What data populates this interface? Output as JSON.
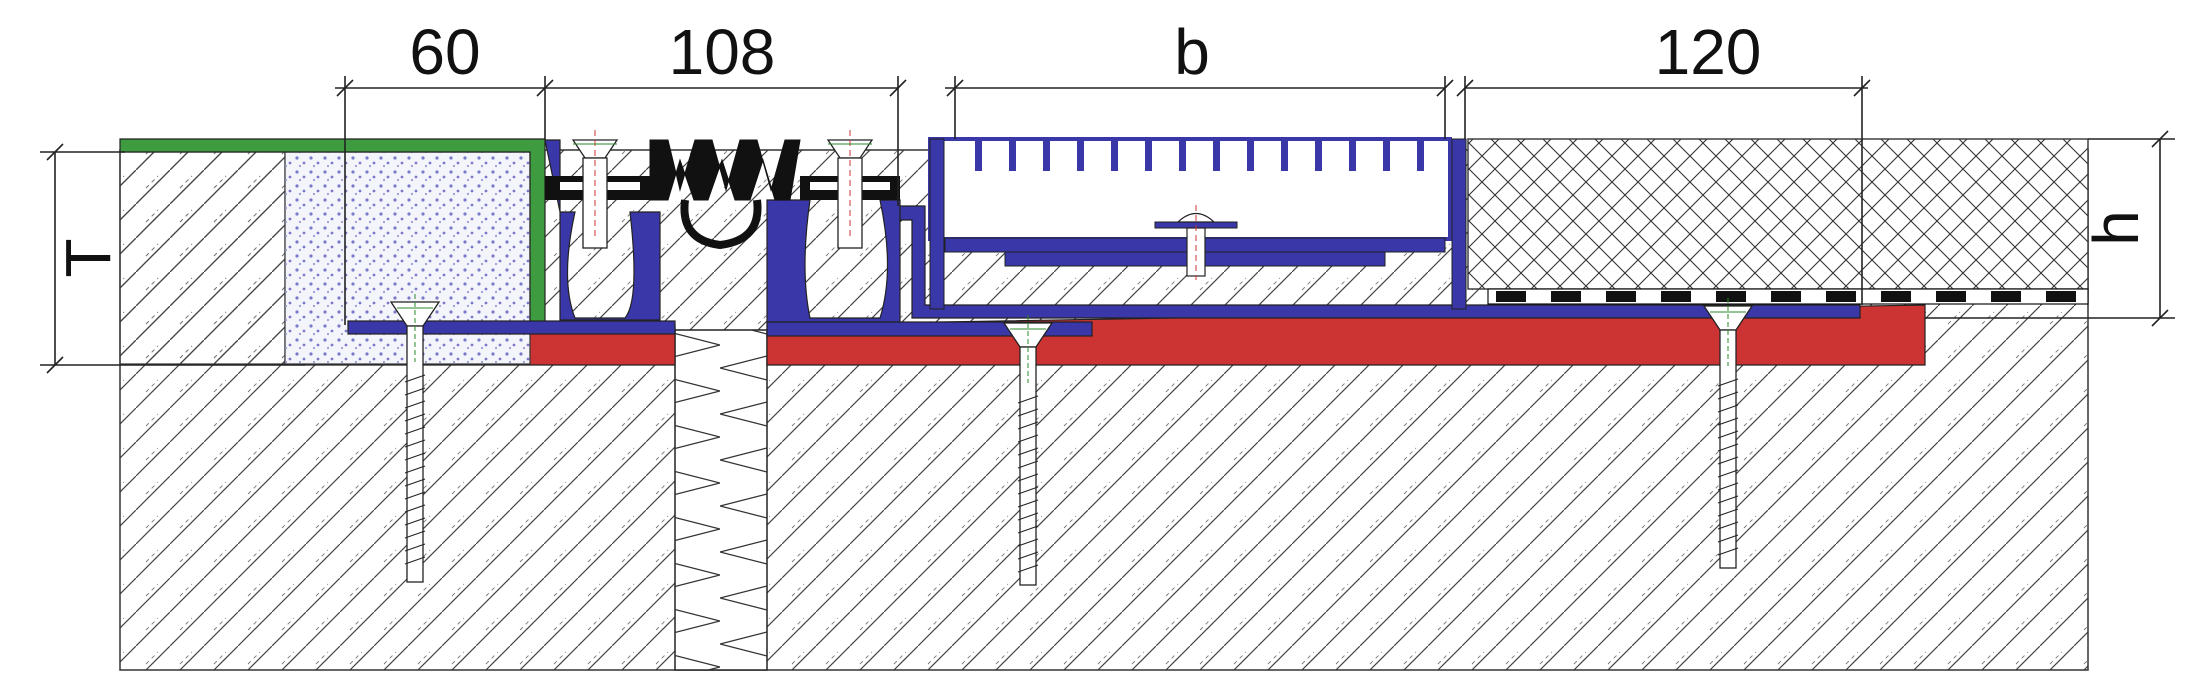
{
  "dimensions": {
    "left_strip": "60",
    "seal_width": "108",
    "cover_width": "b",
    "right_flange": "120",
    "total_height_left": "T",
    "height_right": "h"
  },
  "colors": {
    "membrane_green": "#3f9b3f",
    "profile_blue": "#3a37a8",
    "substrate_red": "#cc3333",
    "seal_black": "#111111",
    "screw_green": "#2a8a2a"
  }
}
